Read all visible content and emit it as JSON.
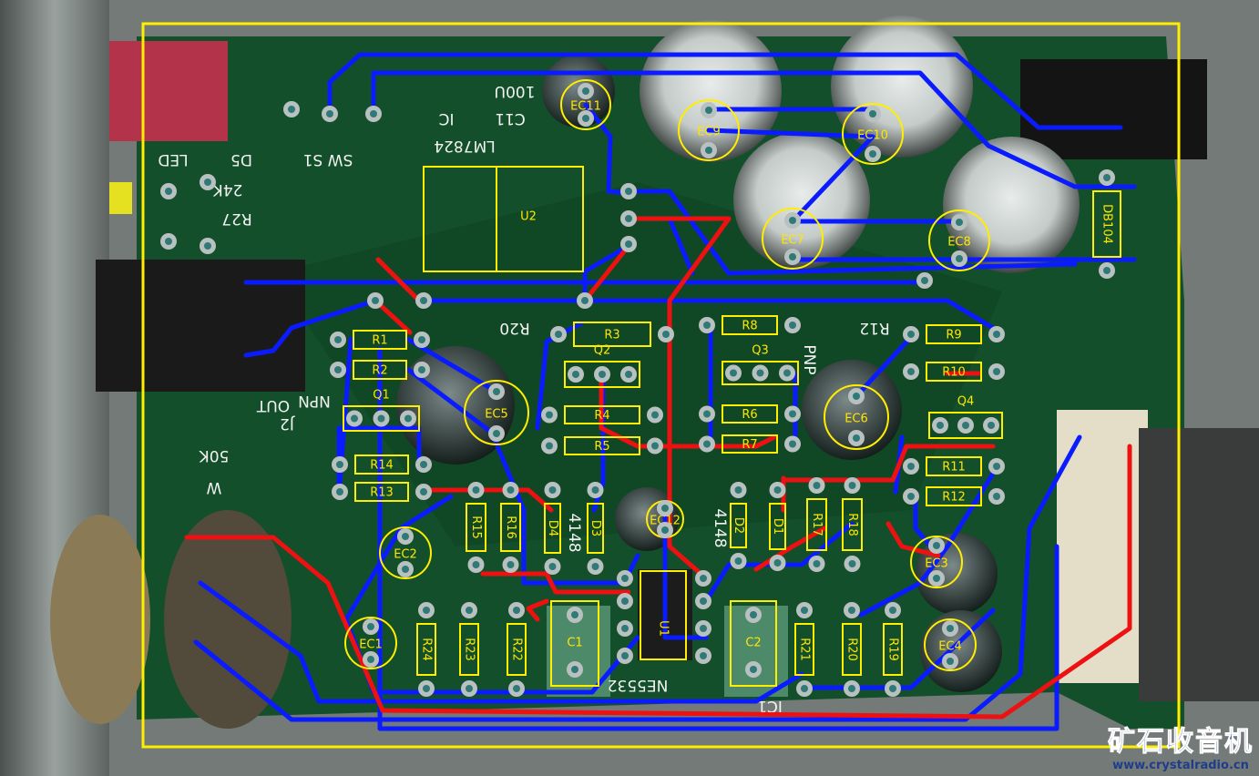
{
  "colors": {
    "outline": "#ffee00",
    "top_trace": "#0a1cff",
    "bottom_trace": "#ee1111",
    "board": "#0f4a26",
    "pad": "#b9c1c0",
    "pad_hole": "#2f7a76"
  },
  "components": {
    "EC1_top": "EC11",
    "EC9": "EC9",
    "EC10": "EC10",
    "EC7": "EC7",
    "EC8": "EC8",
    "U2": "U2",
    "DB104": "DB104",
    "R1": "R1",
    "R2": "R2",
    "Q1": "Q1",
    "R14": "R14",
    "R13": "R13",
    "EC5": "EC5",
    "R3": "R3",
    "Q2": "Q2",
    "R4": "R4",
    "R5": "R5",
    "R8": "R8",
    "Q3": "Q3",
    "R6": "R6",
    "R7": "R7",
    "EC6": "EC6",
    "R9": "R9",
    "R10": "R10",
    "Q4": "Q4",
    "R11": "R11",
    "R12": "R12",
    "R15": "R15",
    "R16": "R16",
    "D4": "D4",
    "D3": "D3",
    "EC12": "EC12",
    "D2": "D2",
    "D1": "D1",
    "R17": "R17",
    "R18": "R18",
    "EC2": "EC2",
    "EC3": "EC3",
    "EC4": "EC4",
    "EC1": "EC1",
    "U1": "U1",
    "C1": "C1",
    "C2": "C2",
    "R24": "R24",
    "R23": "R23",
    "R22": "R22",
    "R21": "R21",
    "R20": "R20",
    "R19": "R19"
  },
  "silkscreen": {
    "lm7824": "LM7824",
    "ic": "IC",
    "c11": "C11",
    "cap100u": "100U",
    "sw": "SW S1",
    "d5": "D5",
    "led": "LED",
    "k24": "24K",
    "r27": "R27",
    "out": "OUT",
    "j2": "J2",
    "npn": "NPN",
    "pnp": "PNP",
    "k50": "50K",
    "w": "W",
    "ne5532": "NE5532",
    "ic1": "IC1",
    "d4148a": "4148",
    "d4148b": "4148",
    "r20s": "R20",
    "r12s": "R12"
  },
  "watermark": {
    "title": "矿石收音机",
    "url": "www.crystalradio.cn"
  }
}
